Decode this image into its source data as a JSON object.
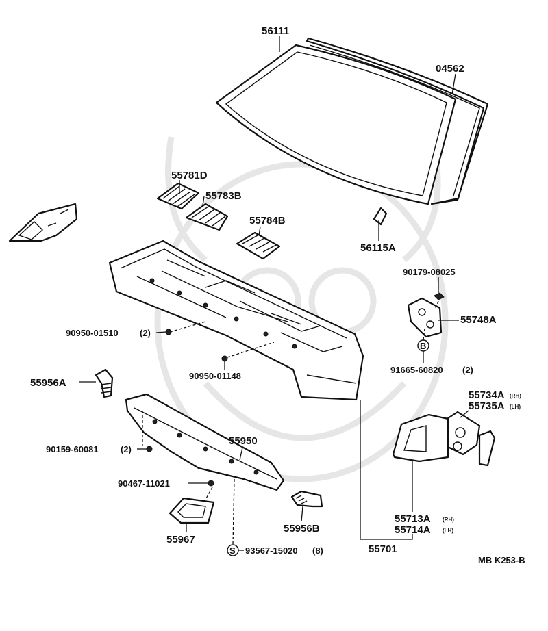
{
  "colors": {
    "ink": "#111111",
    "background": "#ffffff",
    "watermark": "#e6e6e6"
  },
  "parts": {
    "windshield_glass": "56111",
    "weatherstrip": "04562",
    "cowl_grille_55781D": "55781D",
    "cowl_grille_55783B": "55783B",
    "cowl_grille_55784B": "55784B",
    "clip_56115A": "56115A",
    "nut_90179": "90179-08025",
    "brace_55748A": "55748A",
    "screw_91665": "91665-60820",
    "screw_91665_qty": "(2)",
    "screw_90950_01510": "90950-01510",
    "screw_90950_01510_qty": "(2)",
    "screw_90950_01148": "90950-01148",
    "duct_55956A": "55956A",
    "bracket_55734A": "55734A",
    "bracket_55734A_side": "(RH)",
    "bracket_55735A": "55735A",
    "bracket_55735A_side": "(LH)",
    "screw_90159": "90159-60081",
    "screw_90159_qty": "(2)",
    "duct_55950": "55950",
    "bolt_90467": "90467-11021",
    "panel_55713A": "55713A",
    "panel_55713A_side": "(RH)",
    "panel_55714A": "55714A",
    "panel_55714A_side": "(LH)",
    "cover_55967": "55967",
    "duct_55956B": "55956B",
    "screw_93567": "93567-15020",
    "screw_93567_qty": "(8)",
    "cowl_panel_55701": "55701"
  },
  "markers": {
    "screw_symbol": "S",
    "bolt_symbol": "B"
  },
  "footer": {
    "diagram_code": "MB K253-B"
  }
}
